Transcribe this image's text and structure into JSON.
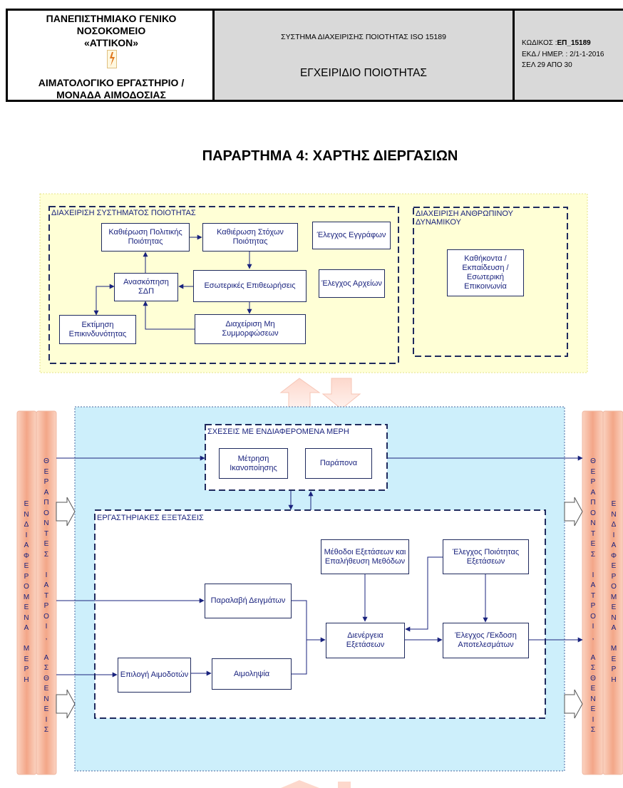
{
  "header": {
    "hospital_line1": "ΠΑΝΕΠΙΣΤΗΜΙΑΚΟ ΓΕΝΙΚΟ",
    "hospital_line2": "ΝΟΣΟΚΟΜΕΙΟ",
    "hospital_line3": "«ΑΤΤΙΚΟΝ»",
    "lab_line1": "ΑΙΜΑΤΟΛΟΓΙΚΟ ΕΡΓΑΣΤΗΡΙΟ /",
    "lab_line2": "ΜΟΝΑΔΑ ΑΙΜΟΔΟΣΙΑΣ",
    "system": "ΣΥΣΤΗΜΑ ΔΙΑΧΕΙΡΙΣΗΣ ΠΟΙΟΤΗΤΑΣ ISO 15189",
    "manual": "ΕΓΧΕΙΡΙΔΙΟ ΠΟΙΟΤΗΤΑΣ",
    "code_label": "ΚΩΔΙΚΟΣ :",
    "code_value": "ΕΠ_15189",
    "edition": "ΕΚΔ./ ΗΜΕΡ. : 2/1-1-2016",
    "page": "ΣΕΛ  29 ΑΠΟ 30"
  },
  "page_title": "ΠΑΡΑΡΤΗΜΑ 4: ΧΑΡΤΗΣ ΔΙΕΡΓΑΣΙΩΝ",
  "quality_mgmt": {
    "label": "ΔΙΑΧΕΙΡΙΣΗ ΣΥΣΤΗΜΑΤΟΣ ΠΟΙΟΤΗΤΑΣ",
    "policy": "Καθιέρωση Πολιτικής Ποιότητας",
    "goals": "Καθιέρωση Στόχων Ποιότητας",
    "doc_control": "Έλεγχος Εγγράφων",
    "review": "Ανασκόπηση ΣΔΠ",
    "audits": "Εσωτερικές Επιθεωρήσεις",
    "records": "Έλεγχος Αρχείων",
    "risk": "Εκτίμηση Επικινδυνότητας",
    "nonconf": "Διαχείριση Μη Συμμορφώσεων"
  },
  "hr": {
    "label": "ΔΙΑΧΕΙΡΙΣΗ ΑΝΘΡΩΠΙΝΟΥ ΔΥΝΑΜΙΚΟΥ",
    "duties": "Καθήκοντα / Εκπαίδευση / Εσωτερική Επικοινωνία"
  },
  "stakeholders": {
    "label": "ΣΧΕΣΕΙΣ ΜΕ ΕΝΔΙΑΦΕΡΟΜΕΝΑ ΜΕΡΗ",
    "satisfaction": "Μέτρηση Ικανοποίησης",
    "complaints": "Παράπονα"
  },
  "lab": {
    "label": "ΕΡΓΑΣΤΗΡΙΑΚΕΣ ΕΞΕΤΑΣΕΙΣ",
    "methods": "Μέθοδοι Εξετάσεων και Επαλήθευση Μεθόδων",
    "qc": "Έλεγχος Ποιότητας Εξετάσεων",
    "sample_receipt": "Παραλαβή Δειγμάτων",
    "perform": "Διενέργεια Εξετάσεων",
    "release": "Έλεγχος /Έκδοση Αποτελεσμάτων",
    "donor_select": "Επιλογή Αιμοδοτών",
    "phlebotomy": "Αιμοληψία"
  },
  "side_columns": {
    "parties": [
      "Ε",
      "Ν",
      "Δ",
      "Ι",
      "Α",
      "Φ",
      "Ε",
      "Ρ",
      "Ο",
      "Μ",
      "Ε",
      "Ν",
      "Α",
      "",
      "Μ",
      "Ε",
      "Ρ",
      "Η"
    ],
    "clinicians": [
      "Θ",
      "Ε",
      "Ρ",
      "Α",
      "Π",
      "Ο",
      "Ν",
      "Τ",
      "Ε",
      "Σ",
      "",
      "Ι",
      "Α",
      "Τ",
      "Ρ",
      "Ο",
      "Ι",
      ",",
      "",
      "Α",
      "Σ",
      "Θ",
      "Ε",
      "Ν",
      "Ε",
      "Ι",
      "Σ"
    ]
  },
  "colors": {
    "box_border": "#1f2a5e",
    "navy": "#1a237e",
    "yellow_panel": "#ffffd6",
    "blue_panel": "#cdeffb",
    "salmon": "#f4a582"
  }
}
